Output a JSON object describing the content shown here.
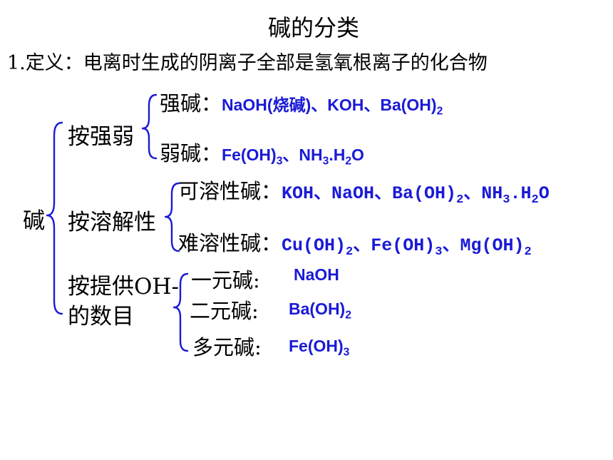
{
  "title": "碱的分类",
  "definition": "1.定义：电离时生成的阴离子全部是氢氧根离子的化合物",
  "root": "碱",
  "strength": {
    "label": "按强弱",
    "strong_label": "强碱：",
    "strong_formula": "NaOH(烧碱)、KOH、Ba(OH)2",
    "weak_label": "弱碱：",
    "weak_formula": "Fe(OH)3、NH3.H2O"
  },
  "solubility": {
    "label": "按溶解性",
    "soluble_label": "可溶性碱：",
    "soluble_formula": "KOH、NaOH、Ba(OH)2、NH3.H2O",
    "insoluble_label": "难溶性碱：",
    "insoluble_formula": "Cu(OH)2、Fe(OH)3、Mg(OH)2"
  },
  "oh_count": {
    "label_line1": "按提供OH-",
    "label_line2": "的数目",
    "mono_label": "一元碱:",
    "mono_formula": "NaOH",
    "di_label": "二元碱:",
    "di_formula": "Ba(OH)2",
    "poly_label": "多元碱:",
    "poly_formula": "Fe(OH)3"
  },
  "colors": {
    "accent": "#1a1ad6",
    "text": "#000000"
  }
}
